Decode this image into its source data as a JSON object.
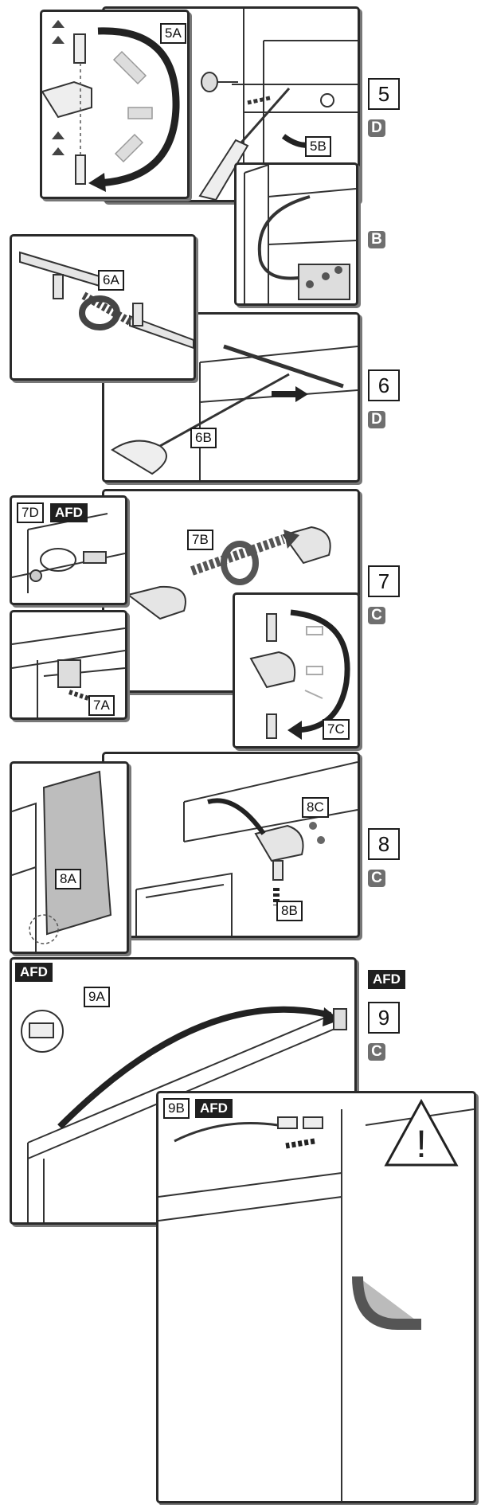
{
  "steps": [
    {
      "number": "5",
      "letter": "D",
      "labels": {
        "a": "5A",
        "b": "5B"
      },
      "extra_letter": "B"
    },
    {
      "number": "6",
      "letter": "D",
      "labels": {
        "a": "6A",
        "b": "6B"
      }
    },
    {
      "number": "7",
      "letter": "C",
      "labels": {
        "a": "7A",
        "b": "7B",
        "c": "7C",
        "d": "7D"
      },
      "badge": "AFD"
    },
    {
      "number": "8",
      "letter": "C",
      "labels": {
        "a": "8A",
        "b": "8B",
        "c": "8C"
      }
    },
    {
      "number": "9",
      "letter": "C",
      "labels": {
        "a": "9A",
        "b": "9B"
      },
      "badge": "AFD",
      "side_badge": "AFD"
    }
  ],
  "colors": {
    "line": "#2a2a2a",
    "gray": "#8a8a8a",
    "letter_bg": "#6f6f6f"
  },
  "icons": [
    "arrow-icon",
    "screw-icon",
    "screwdriver-icon",
    "hinge-icon",
    "warning-icon",
    "connector-icon"
  ]
}
